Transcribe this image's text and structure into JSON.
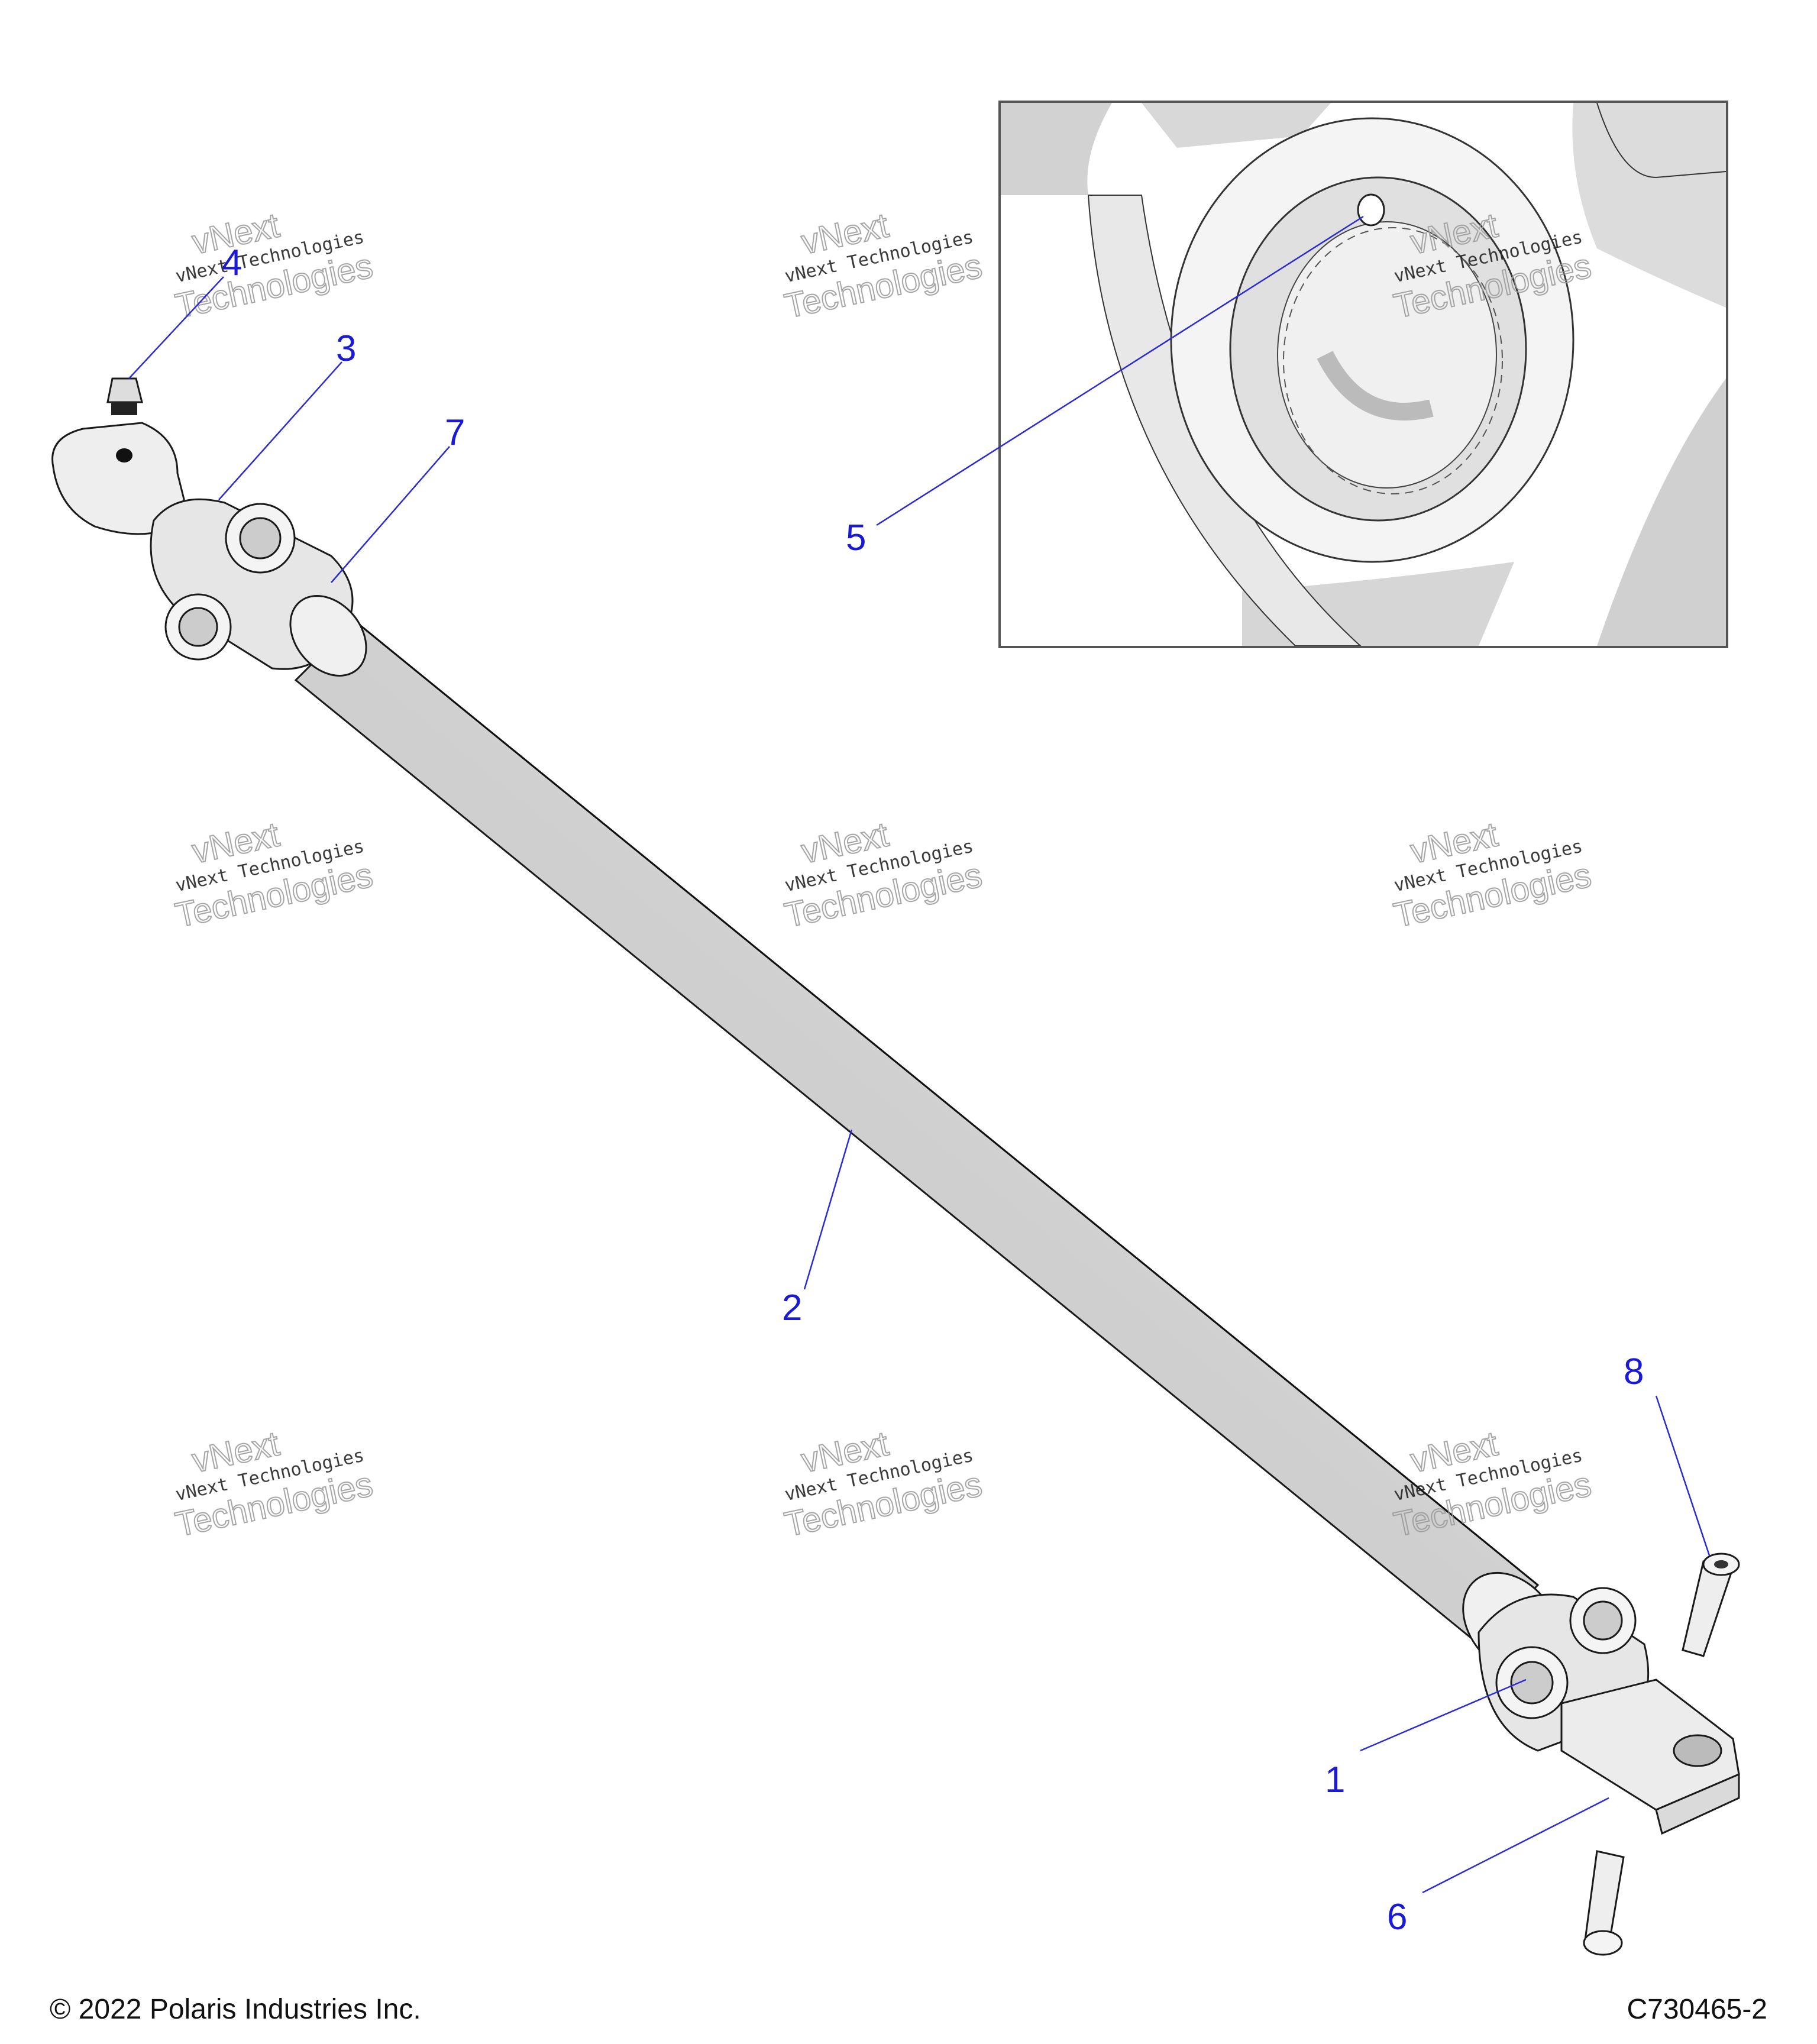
{
  "callouts": [
    {
      "id": "1",
      "label": "1"
    },
    {
      "id": "2",
      "label": "2"
    },
    {
      "id": "3",
      "label": "3"
    },
    {
      "id": "4",
      "label": "4"
    },
    {
      "id": "5",
      "label": "5"
    },
    {
      "id": "6",
      "label": "6"
    },
    {
      "id": "7",
      "label": "7"
    },
    {
      "id": "8",
      "label": "8"
    }
  ],
  "watermark": {
    "line1": "vNext Technologies",
    "line2": "vNext",
    "line3": "Technologies"
  },
  "footer": {
    "copyright": "© 2022 Polaris Industries Inc.",
    "drawing_id": "C730465-2"
  },
  "colors": {
    "callout": "#1a1ad6",
    "part_fill": "#eeeeee",
    "inset_shade": "#d4d4d4"
  }
}
